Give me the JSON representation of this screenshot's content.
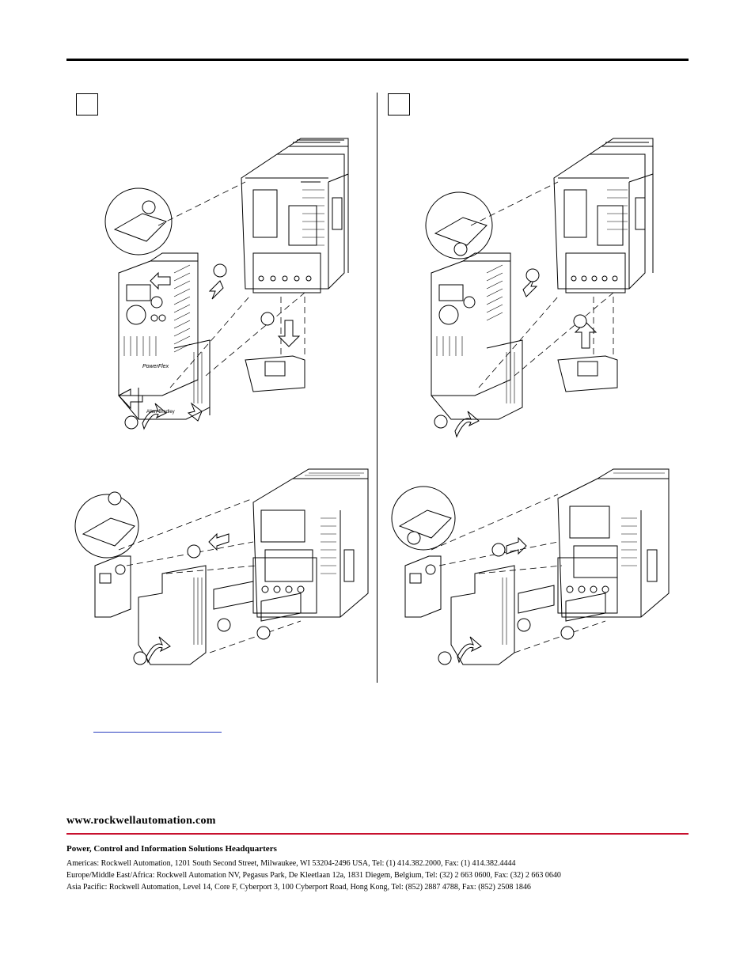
{
  "footer": {
    "url": "www.rockwellautomation.com",
    "headquarters_title": "Power, Control and Information Solutions Headquarters",
    "addresses": [
      "Americas: Rockwell Automation, 1201 South Second Street, Milwaukee, WI 53204-2496 USA, Tel: (1) 414.382.2000, Fax: (1) 414.382.4444",
      "Europe/Middle East/Africa: Rockwell Automation NV, Pegasus Park, De Kleetlaan 12a, 1831 Diegem, Belgium, Tel: (32) 2 663 0600, Fax: (32) 2 663 0640",
      "Asia Pacific: Rockwell Automation, Level 14, Core F, Cyberport 3, 100 Cyberport Road, Hong Kong, Tel: (852) 2887 4788, Fax: (852) 2508 1846"
    ]
  },
  "figures": {
    "brand_label": "PowerFlex",
    "maker_label": "Allen-Bradley"
  }
}
